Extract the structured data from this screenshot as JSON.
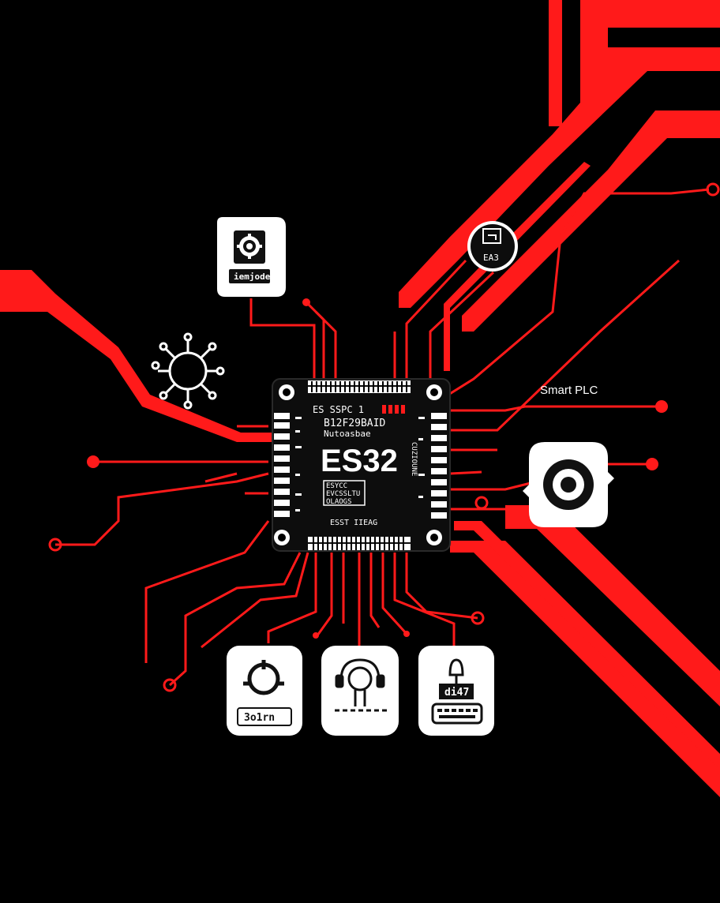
{
  "colors": {
    "background": "#000000",
    "trace": "#ff1a1a",
    "chip": "#0d0d0d",
    "icon_fill": "#ffffff",
    "text": "#ffffff"
  },
  "label": {
    "smart_plc": "Smart PLC"
  },
  "chip": {
    "name": "ES32",
    "header_line_1": "ES SSPC 1",
    "header_line_2": "B12F29BAID",
    "header_line_3": "Nutoasbae",
    "box_line_1": "ESYCC",
    "box_line_2": "EVCSSLTU",
    "box_line_3": "OLAOGS",
    "bottom_line": "ESST IIEAG",
    "right_side_text": "CUZIOUNE"
  },
  "icons": {
    "top_card_caption": "iemjode",
    "bottom_left_caption": "3o1rn",
    "bottom_right_caption": "di47",
    "top_right_circle_caption": "EA3",
    "top_card_icon": "gear-chip-icon",
    "virus_icon": "virus-icon",
    "gear_icon": "gear-icon",
    "bottom_left_icon": "knob-icon",
    "bottom_center_icon": "headphones-icon",
    "bottom_right_icon": "bell-keyboard-icon"
  }
}
